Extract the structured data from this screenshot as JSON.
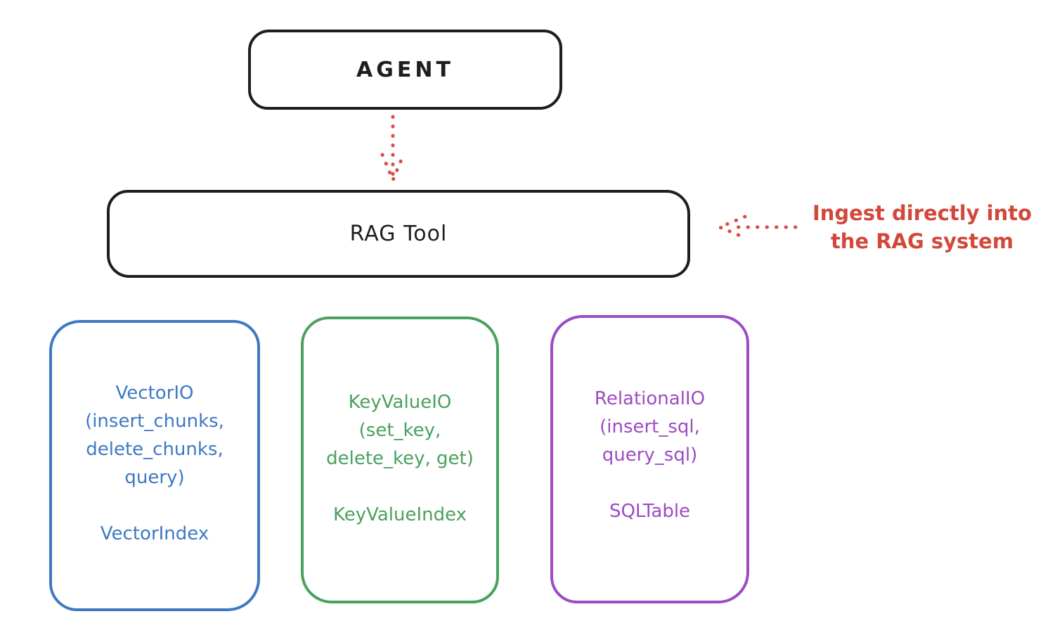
{
  "diagram": {
    "agent_box": {
      "label": "AGENT"
    },
    "rag_tool_box": {
      "label": "RAG Tool"
    },
    "annotation": {
      "line1": "Ingest directly into",
      "line2": "the RAG system"
    },
    "io_boxes": [
      {
        "name": "vector-io",
        "lines": [
          "VectorIO",
          "(insert_chunks,",
          "delete_chunks,",
          "query)"
        ],
        "index_label": "VectorIndex"
      },
      {
        "name": "keyvalue-io",
        "lines": [
          "KeyValueIO",
          "(set_key,",
          "delete_key, get)"
        ],
        "index_label": "KeyValueIndex"
      },
      {
        "name": "relational-io",
        "lines": [
          "RelationalIO",
          "(insert_sql,",
          "query_sql)"
        ],
        "index_label": "SQLTable"
      }
    ],
    "colors": {
      "stroke_black": "#1e1e1e",
      "arrow_red": "#d94f43",
      "annotation_red": "#d2483a",
      "vector_blue": "#3d79c3",
      "keyvalue_green": "#4aa15e",
      "relational_purple": "#9d4bc3",
      "background": "#ffffff"
    }
  }
}
